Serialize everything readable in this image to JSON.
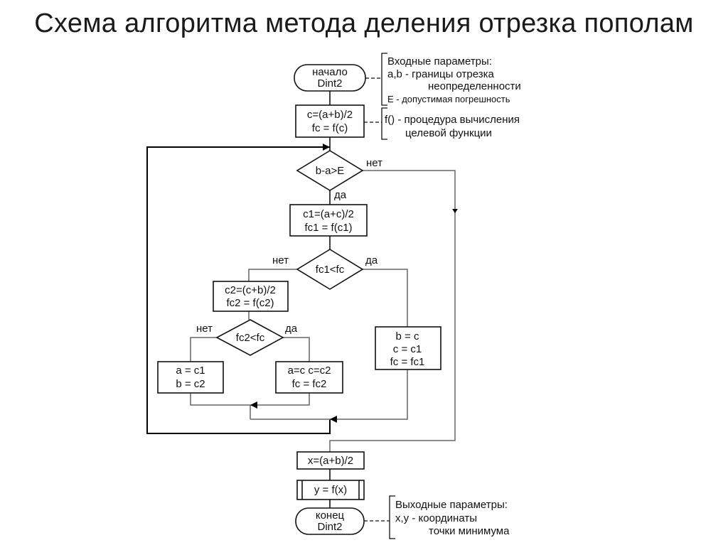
{
  "title": "Схема алгоритма метода деления отрезка пополам",
  "nodes": {
    "start": [
      "начало",
      "Dint2"
    ],
    "calc_c": [
      "c=(a+b)/2",
      "fc = f(c)"
    ],
    "cond_main": "b-a>E",
    "calc_c1": [
      "c1=(a+c)/2",
      "fc1 = f(c1)"
    ],
    "cond_fc1": "fc1<fc",
    "calc_c2": [
      "c2=(c+b)/2",
      "fc2 = f(c2)"
    ],
    "cond_fc2": "fc2<fc",
    "assign_left": [
      "a = c1",
      "b = c2"
    ],
    "assign_mid": [
      "a=c c=c2",
      "fc = fc2"
    ],
    "assign_right": [
      "b = c",
      "c = c1",
      "fc = fc1"
    ],
    "calc_x": "x=(a+b)/2",
    "calc_y": "y = f(x)",
    "end": [
      "конец",
      "Dint2"
    ]
  },
  "branch_labels": {
    "main_no": "нет",
    "main_yes": "да",
    "fc1_no": "нет",
    "fc1_yes": "да",
    "fc2_no": "нет",
    "fc2_yes": "да"
  },
  "notes": {
    "input": [
      "Входные параметры:",
      "a,b - границы отрезка",
      "неопределенности",
      "E - допустимая погрешность"
    ],
    "function": [
      "f() - процедура вычисления",
      "целевой функции"
    ],
    "output": [
      "Выходные параметры:",
      "x,y - координаты",
      "точки минимума"
    ]
  }
}
